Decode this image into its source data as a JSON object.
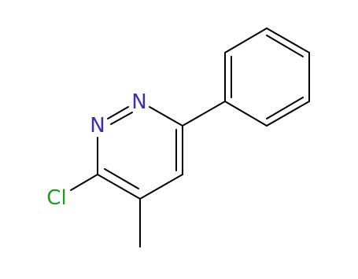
{
  "molecule": {
    "atoms": {
      "n2_label": "N",
      "n1_label": "N",
      "cl_label": "Cl"
    },
    "colors": {
      "bond": "#000000",
      "nitrogen": "#3333aa",
      "chlorine": "#1f9b1f",
      "background": "#ffffff"
    }
  }
}
